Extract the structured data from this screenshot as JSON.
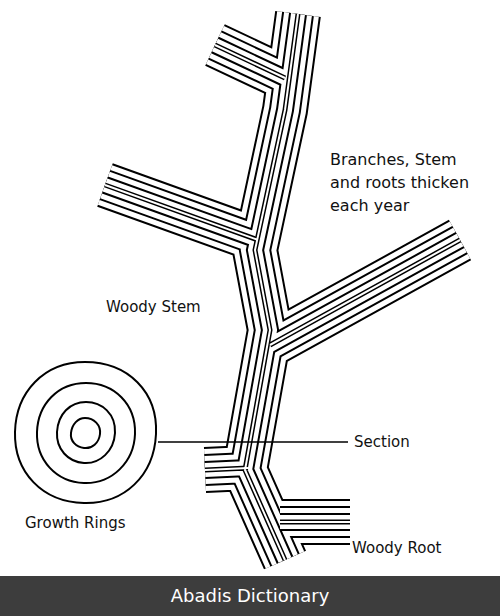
{
  "diagram": {
    "labels": [
      "Branches, Stem and roots thicken each year",
      "Woody Stem",
      "Section",
      "Growth Rings",
      "Woody Root",
      "Abadis Dictionary"
    ]
  }
}
